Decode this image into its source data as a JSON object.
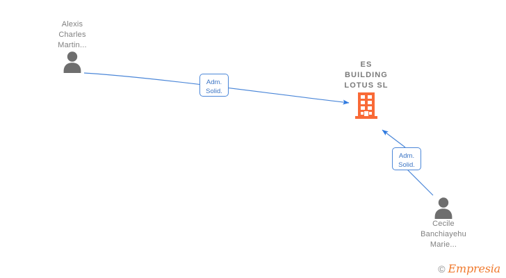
{
  "graph": {
    "background_color": "#ffffff",
    "edge_color": "#4a86d8",
    "person_color": "#6e6e6e",
    "company_color": "#f96a37",
    "label_text_color": "#808080",
    "nodes": [
      {
        "id": "person-left",
        "type": "person",
        "icon": "person-icon",
        "label": "Alexis\nCharles\nMartin...",
        "label_position": "above"
      },
      {
        "id": "company",
        "type": "company",
        "icon": "building-icon",
        "label": "ES\nBUILDING\nLOTUS  SL",
        "label_position": "above"
      },
      {
        "id": "person-right",
        "type": "person",
        "icon": "person-icon",
        "label": "Cecile\nBanchiayehu\nMarie...",
        "label_position": "below"
      }
    ],
    "edges": [
      {
        "id": "edge-1",
        "from": "person-left",
        "to": "company",
        "label": "Adm.\nSolid.",
        "arrow": "to"
      },
      {
        "id": "edge-2",
        "from": "person-right",
        "to": "company",
        "label": "Adm.\nSolid.",
        "arrow": "to"
      }
    ]
  },
  "watermark": {
    "copyright_symbol": "©",
    "brand": "Empresia"
  }
}
